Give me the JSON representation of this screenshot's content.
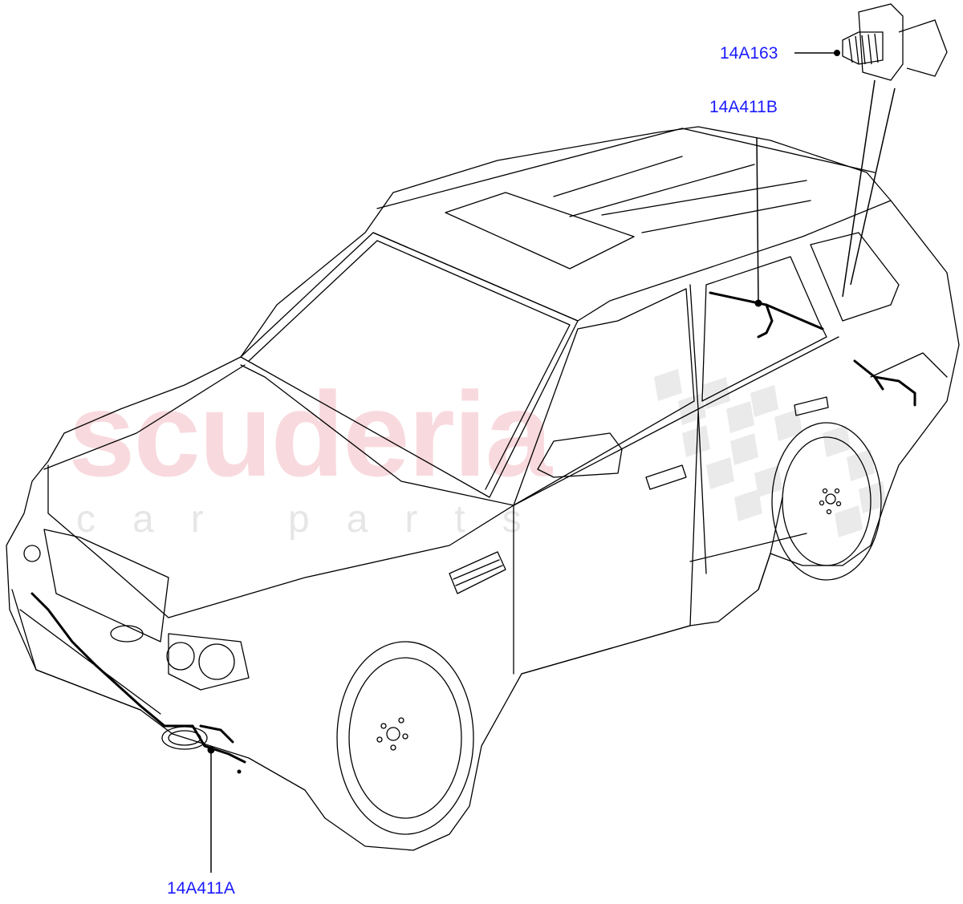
{
  "colors": {
    "label": "#1a1aff",
    "line": "#000000",
    "watermark_red": "#eb96a0",
    "watermark_gray": "#cccccc"
  },
  "watermark": {
    "brand": "scuderia",
    "sub": "car parts"
  },
  "callouts": [
    {
      "id": "14A163",
      "label": "14A163"
    },
    {
      "id": "14A411B",
      "label": "14A411B"
    },
    {
      "id": "14A411A",
      "label": "14A411A"
    }
  ]
}
